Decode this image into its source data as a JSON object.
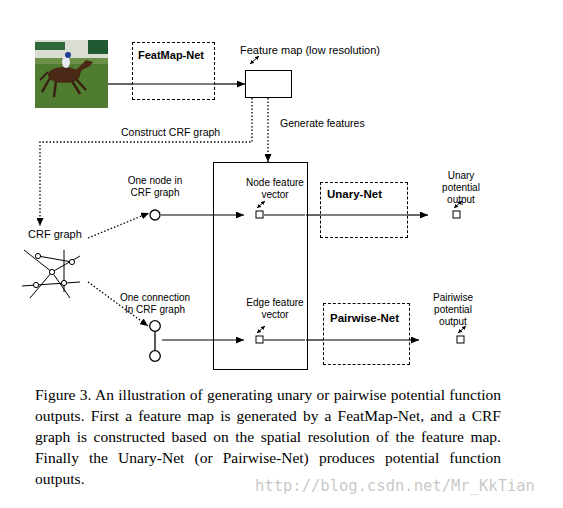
{
  "diagram": {
    "caption": "Figure 3. An illustration of generating unary or pairwise potential function outputs. First a feature map is generated by a FeatMap-Net, and a CRF graph is constructed based on the spatial resolution of the feature map. Finally the Unary-Net (or Pairwise-Net) produces potential function outputs.",
    "nodes": [
      {
        "text": [
          "FeatMap-Net"
        ]
      },
      {
        "text": [
          "Feature map (low resolution)"
        ]
      },
      {
        "text": [
          "CRF graph"
        ]
      },
      {
        "text": [
          "One node in CRF graph"
        ]
      },
      {
        "text": []
      },
      {
        "text": [
          "Node feature vector"
        ],
        "in": 4
      },
      {
        "text": [
          "Unary-Net"
        ]
      },
      {
        "text": [
          "Unary potential output"
        ]
      },
      {
        "text": [
          "One connection In CRF graph"
        ]
      },
      {
        "text": [
          "Edge feature vector"
        ],
        "in": 4
      },
      {
        "text": [
          "Pairwise-Net"
        ]
      },
      {
        "text": [
          "Pairiwise potential output"
        ]
      }
    ],
    "edges": [
      {
        "from": 0,
        "to": 1,
        "arrow": "to"
      },
      {
        "from": 1,
        "to": 4,
        "label": "Generate features",
        "arrow": "to"
      },
      {
        "from": 1,
        "to": 2,
        "label": "Construct CRF graph",
        "arrow": "to"
      },
      {
        "from": 2,
        "to": 3,
        "arrow": "to"
      },
      {
        "from": 2,
        "to": 8,
        "arrow": "to"
      },
      {
        "from": 3,
        "to": 5,
        "arrow": "to"
      },
      {
        "from": 5,
        "to": 6,
        "arrow": "none"
      },
      {
        "from": 6,
        "to": 7,
        "arrow": "to"
      },
      {
        "from": 8,
        "to": 9,
        "arrow": "to"
      },
      {
        "from": 9,
        "to": 10,
        "arrow": "none"
      },
      {
        "from": 10,
        "to": 11,
        "arrow": "to"
      }
    ],
    "labels": [
      "http://blog.csdn.net/Mr_KkTian"
    ]
  }
}
